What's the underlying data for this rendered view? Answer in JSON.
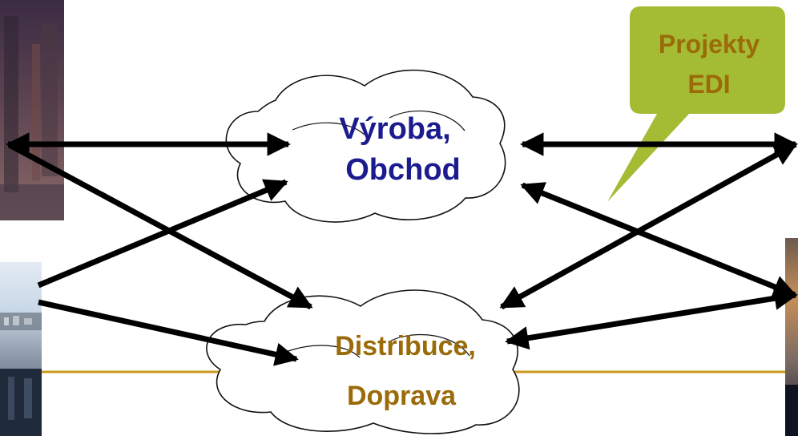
{
  "diagram": {
    "nodes": {
      "production": {
        "line1": "Výroba,",
        "line2": "Obchod"
      },
      "distribution": {
        "line1": "Distribuce,",
        "line2": "Doprava"
      }
    },
    "callout": {
      "line1": "Projekty",
      "line2": "EDI"
    },
    "colors": {
      "production_text": "#1b1b8f",
      "distribution_text": "#9a6b08",
      "callout_fill": "#a4bb34",
      "callout_text": "#9a6b08",
      "divider_line": "#c99a1e",
      "arrows": "#000000"
    },
    "edges": [
      {
        "from": "left-top-image",
        "to": "production",
        "direction": "both"
      },
      {
        "from": "production",
        "to": "right-top-image",
        "direction": "both"
      },
      {
        "from": "left-top-image",
        "to": "distribution",
        "direction": "to"
      },
      {
        "from": "left-bottom-image",
        "to": "production",
        "direction": "to"
      },
      {
        "from": "left-bottom-image",
        "to": "distribution",
        "direction": "to"
      },
      {
        "from": "production",
        "to": "right-bottom-image",
        "direction": "both"
      },
      {
        "from": "distribution",
        "to": "right-top-image",
        "direction": "both"
      },
      {
        "from": "distribution",
        "to": "right-bottom-image",
        "direction": "both"
      }
    ]
  }
}
